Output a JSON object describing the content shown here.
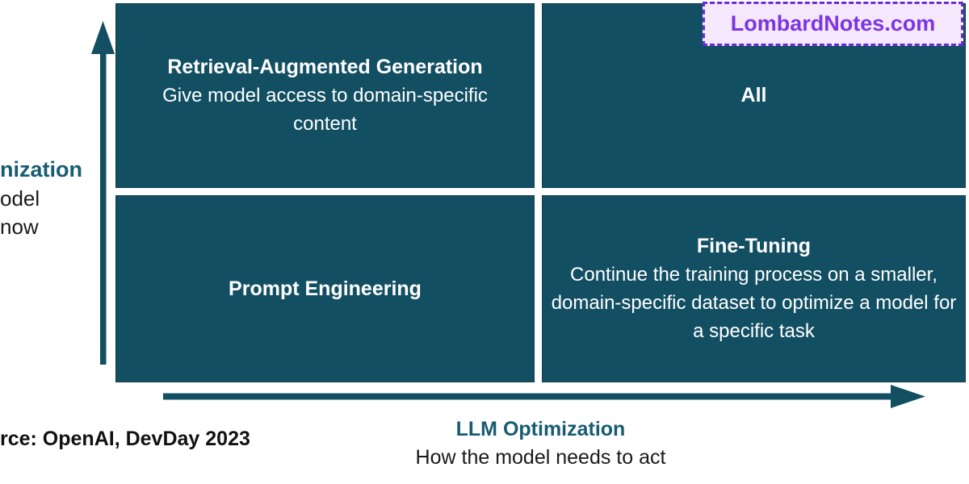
{
  "watermark": {
    "text": "LombardNotes.com"
  },
  "quadrants": {
    "top_left": {
      "title": "Retrieval-Augmented Generation",
      "description": "Give model access to domain-specific content"
    },
    "top_right": {
      "title": "All"
    },
    "bottom_left": {
      "title": "Prompt Engineering"
    },
    "bottom_right": {
      "title": "Fine-Tuning",
      "description": "Continue the training process on a smaller, domain-specific dataset to optimize a model for a specific task"
    }
  },
  "axes": {
    "x": {
      "label": "LLM Optimization",
      "description": "How the model needs to act"
    },
    "y": {
      "label_fragment": "nization",
      "description_fragment_1": "odel",
      "description_fragment_2": "now"
    }
  },
  "source": {
    "text_fragment": "rce: OpenAI, DevDay 2023"
  },
  "colors": {
    "quadrant_teal": "#134F63",
    "axis_teal": "#175C72",
    "text_black": "#1a1a1a",
    "badge_text_purple": "#7B35E3",
    "badge_background": "#F5E7FC",
    "badge_border_purple": "#6B2BD6"
  }
}
